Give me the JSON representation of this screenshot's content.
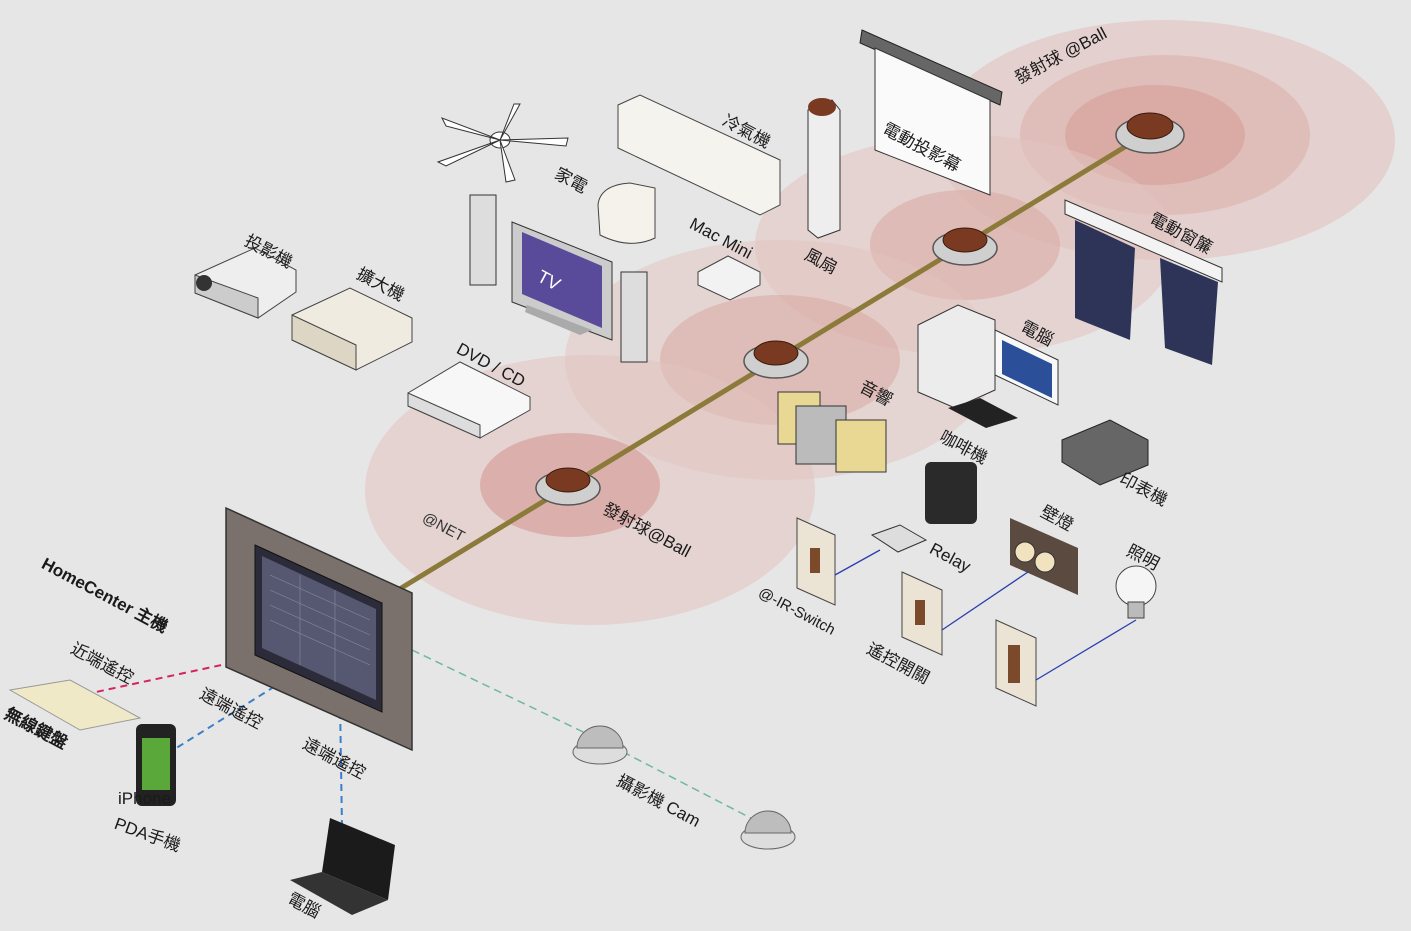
{
  "labels": {
    "projector": "投影機",
    "amplifier": "擴大機",
    "dvd": "DVD / CD",
    "tv": "TV",
    "appliance": "家電",
    "aircon": "冷氣機",
    "macmini": "Mac Mini",
    "fan": "風扇",
    "screen": "電動投影幕",
    "ball_top": "發射球 @Ball",
    "curtain": "電動窗簾",
    "computer": "電腦",
    "audio": "音響",
    "coffee": "咖啡機",
    "printer": "印表機",
    "net": "@NET",
    "ball_main": "發射球@Ball",
    "relay": "Relay",
    "wall_lamp": "壁燈",
    "lighting": "照明",
    "ir_switch": "@-IR-Switch",
    "remote_switch": "遙控開關",
    "homecenter": "HomeCenter  主機",
    "near_remote": "近端遙控",
    "wireless_kb": "無線鍵盤",
    "far_remote_1": "遠端遙控",
    "far_remote_2": "遠端遙控",
    "iphone": "iPhone",
    "pda": "PDA手機",
    "laptop": "電腦",
    "camera": "攝影機 Cam"
  },
  "colors": {
    "background": "#e6e6e6",
    "cable": "#8c7a3a",
    "wave": "#d9a7a0",
    "ball": "#7a3a22",
    "near_remote_line": "#d6245a",
    "far_remote_line": "#3a7fc9",
    "camera_line": "#6fb8a0",
    "switch_line": "#2a3fb0"
  }
}
